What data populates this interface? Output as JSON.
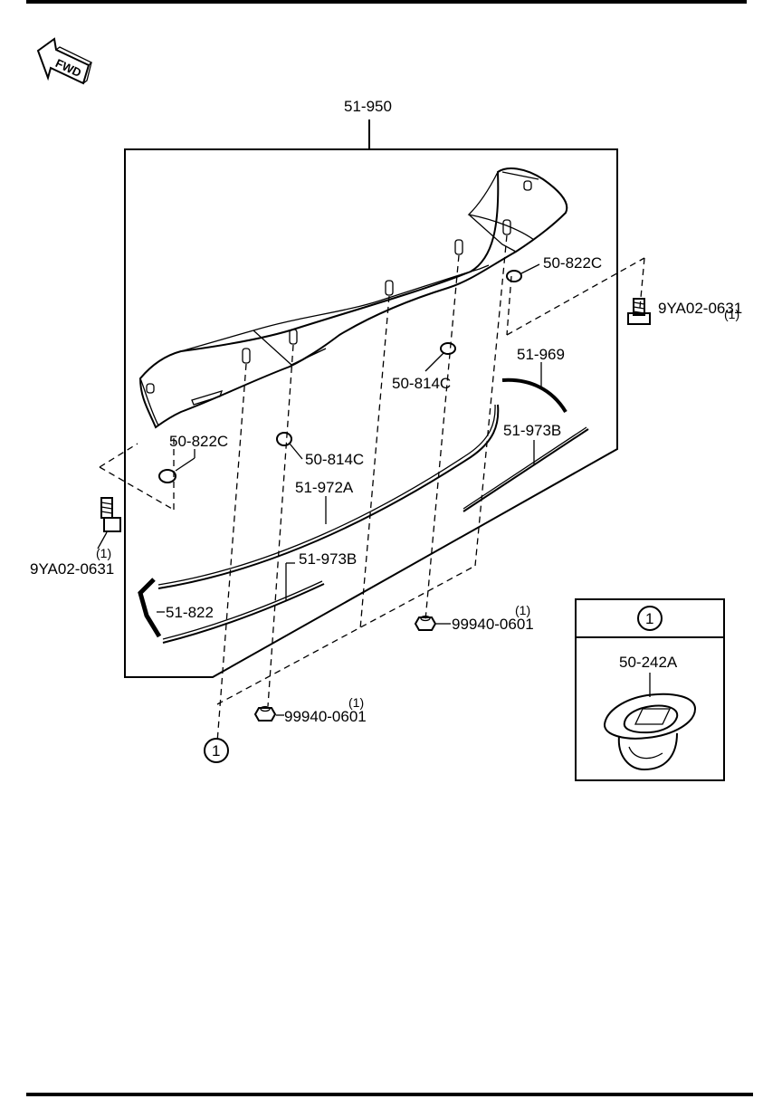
{
  "fwd_label": "FWD",
  "parts": {
    "assembly": "51-950",
    "washer_822c_right": "50-822C",
    "bolt_right": "9YA02-0631",
    "bolt_right_qty": "(1)",
    "seal_969": "51-969",
    "washer_814c_right": "50-814C",
    "washer_822c_left": "50-822C",
    "washer_814c_left": "50-814C",
    "molding_973b_right": "51-973B",
    "molding_972a": "51-972A",
    "bolt_left": "9YA02-0631",
    "bolt_left_qty": "(1)",
    "molding_973b_left": "51-973B",
    "end_822": "51-822",
    "nut_right": "99940-0601",
    "nut_right_qty": "(1)",
    "nut_left": "99940-0601",
    "nut_left_qty": "(1)"
  },
  "callout": {
    "ref": "1",
    "detail_ref": "1",
    "clip": "50-242A"
  },
  "colors": {
    "line": "#000000",
    "background": "#ffffff"
  }
}
